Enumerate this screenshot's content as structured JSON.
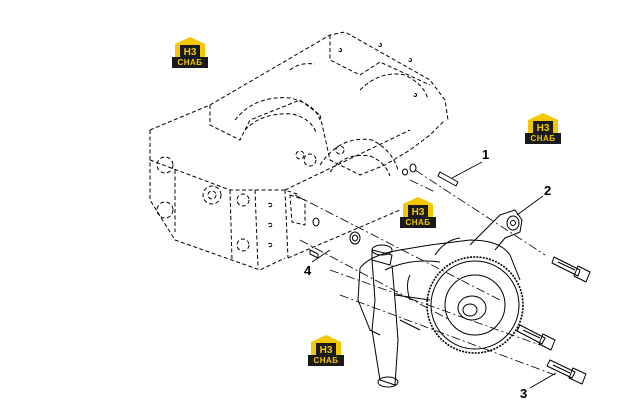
{
  "callouts": [
    {
      "id": "1",
      "label": "1"
    },
    {
      "id": "2",
      "label": "2"
    },
    {
      "id": "3",
      "label": "3"
    },
    {
      "id": "4",
      "label": "4"
    }
  ],
  "watermark": {
    "logo_letters": "H3",
    "logo_caption": "СНАБ",
    "logo_color": "#f4c800",
    "caption_bg": "#1a1a1a"
  },
  "colors": {
    "line": "#000000",
    "background": "#ffffff"
  }
}
